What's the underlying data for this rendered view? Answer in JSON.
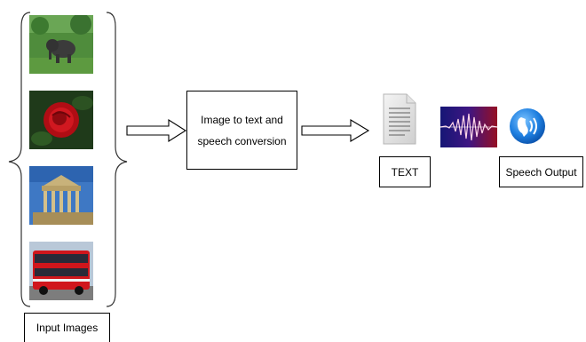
{
  "input_images": {
    "label": "Input Images",
    "images": [
      {
        "name": "elephant-image"
      },
      {
        "name": "rose-image"
      },
      {
        "name": "temple-image"
      },
      {
        "name": "bus-image"
      }
    ]
  },
  "process": {
    "label": "Image to text and speech conversion"
  },
  "text_output": {
    "label": "TEXT",
    "icon": "document-icon"
  },
  "sound_wave": {
    "icon": "sound-wave-icon"
  },
  "speech_output": {
    "label": "Speech Output",
    "icon": "speaker-icon"
  }
}
